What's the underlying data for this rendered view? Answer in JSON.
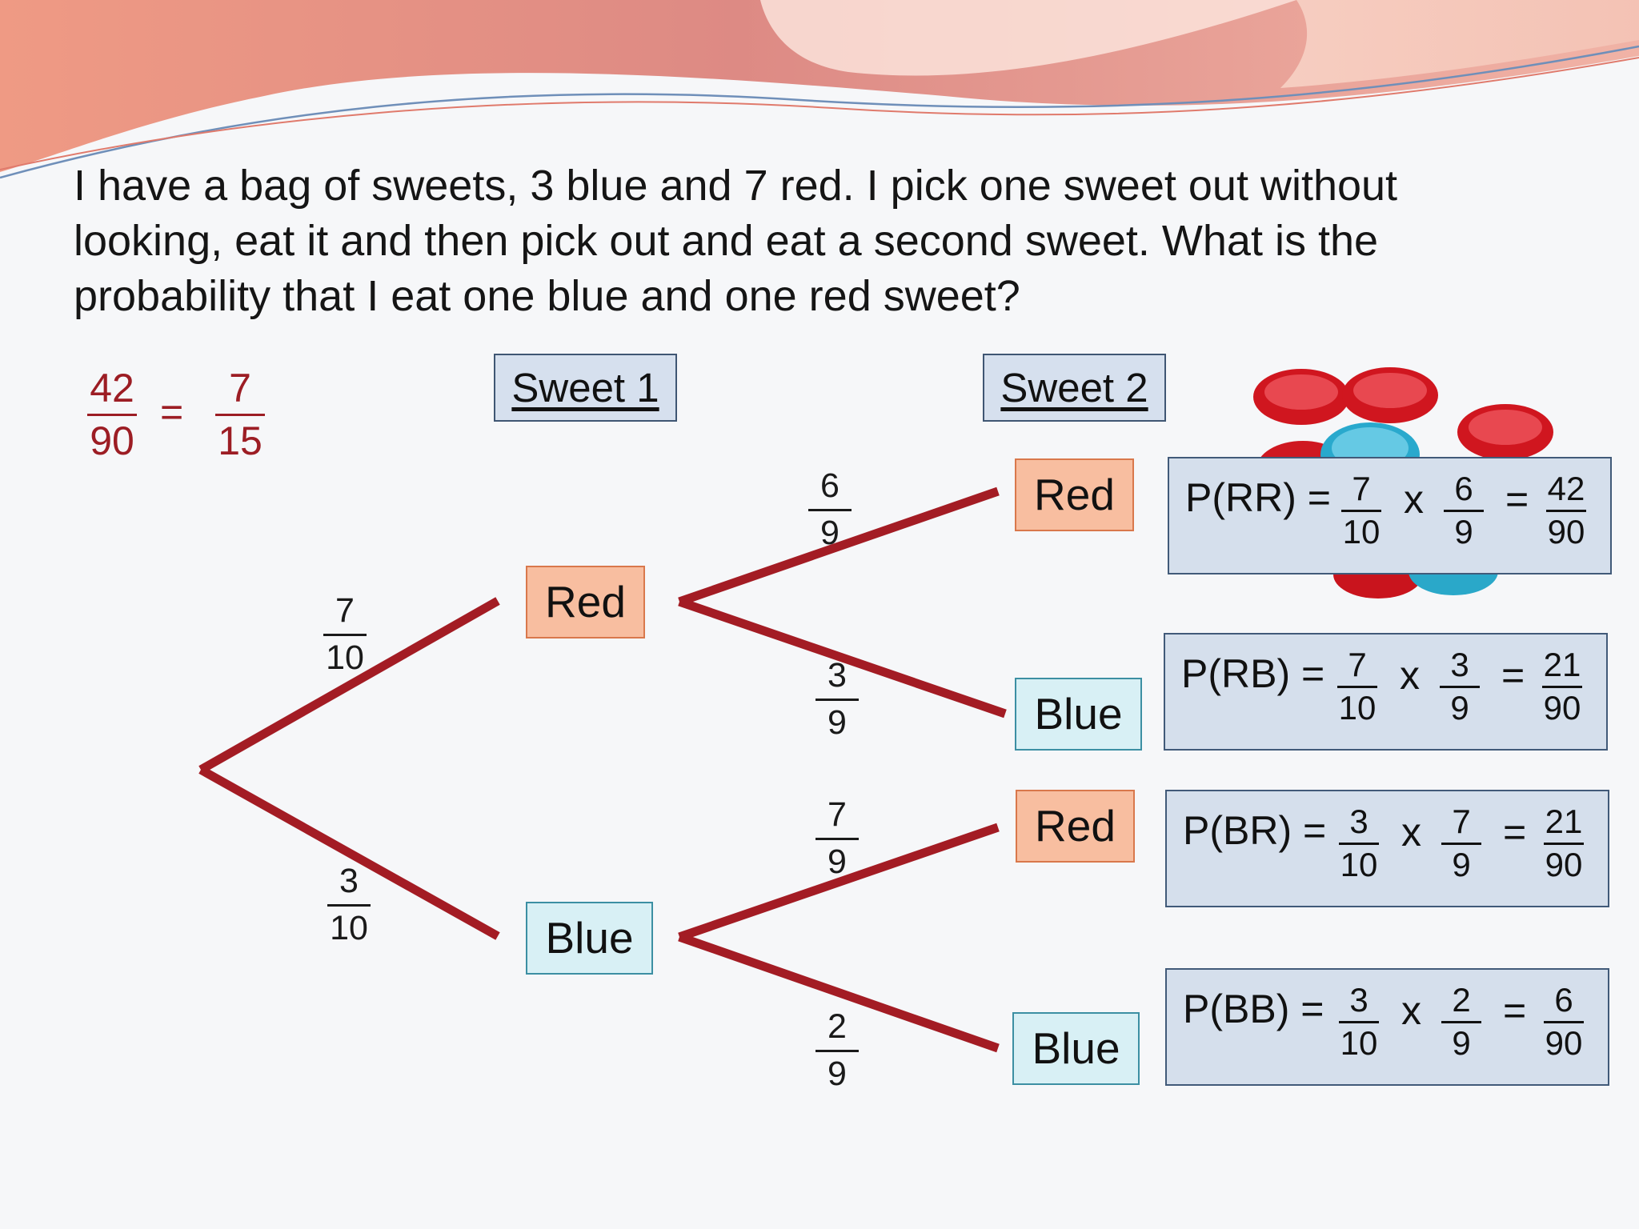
{
  "question": {
    "line1": "I have a bag of sweets, 3 blue and 7 red. I pick one sweet out without",
    "line2": "looking, eat it and then pick out and eat a second sweet.  What is the",
    "line3": "probability that I eat one blue and one red sweet?"
  },
  "simplification": {
    "n1": "42",
    "d1": "90",
    "eq": "=",
    "n2": "7",
    "d2": "15"
  },
  "headers": {
    "sweet1": "Sweet 1",
    "sweet2": "Sweet 2"
  },
  "first_pick": {
    "red": {
      "label": "Red",
      "num": "7",
      "den": "10"
    },
    "blue": {
      "label": "Blue",
      "num": "3",
      "den": "10"
    }
  },
  "second_pick": {
    "rr": {
      "label": "Red",
      "num": "6",
      "den": "9"
    },
    "rb": {
      "label": "Blue",
      "num": "3",
      "den": "9"
    },
    "br": {
      "label": "Red",
      "num": "7",
      "den": "9"
    },
    "bb": {
      "label": "Blue",
      "num": "2",
      "den": "9"
    }
  },
  "outcomes": [
    {
      "label": "P(RR) =",
      "n1": "7",
      "d1": "10",
      "x": "x",
      "n2": "6",
      "d2": "9",
      "eq": "=",
      "rn": "42",
      "rd": "90"
    },
    {
      "label": "P(RB) =",
      "n1": "7",
      "d1": "10",
      "x": "x",
      "n2": "3",
      "d2": "9",
      "eq": "=",
      "rn": "21",
      "rd": "90"
    },
    {
      "label": "P(BR) =",
      "n1": "3",
      "d1": "10",
      "x": "x",
      "n2": "7",
      "d2": "9",
      "eq": "=",
      "rn": "21",
      "rd": "90"
    },
    {
      "label": "P(BB) =",
      "n1": "3",
      "d1": "10",
      "x": "x",
      "n2": "2",
      "d2": "9",
      "eq": "=",
      "rn": "6",
      "rd": "90"
    }
  ],
  "colors": {
    "branch": "#a31c24",
    "red_node": "#f8bea0",
    "blue_node": "#d8f0f5",
    "box_fill": "#d5dfec",
    "simplification_text": "#9c1d24",
    "wave_top": "#e2867e"
  },
  "decoration": {
    "sweets_image": "red-and-blue-candies"
  }
}
